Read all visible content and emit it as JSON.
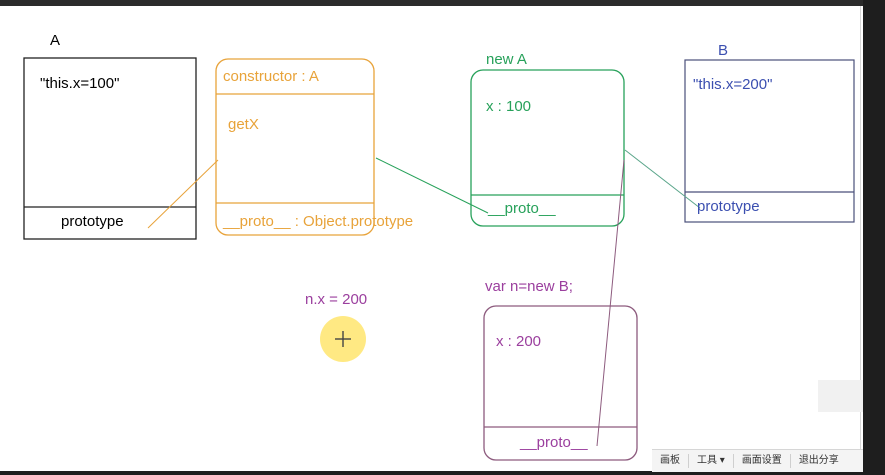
{
  "boxA": {
    "title": "A",
    "body": "\"this.x=100\"",
    "footer": "prototype"
  },
  "protoA": {
    "header": "constructor : A",
    "method": "getX",
    "footer": "__proto__ : Object.prototype"
  },
  "instanceA": {
    "title": "new A",
    "prop": "x : 100",
    "footer": "__proto__"
  },
  "boxB": {
    "title": "B",
    "body": "\"this.x=200\"",
    "footer": "prototype"
  },
  "instanceN": {
    "title": "var n=new B;",
    "prop": "x  : 200",
    "footer": "__proto__"
  },
  "assignment": "n.x = 200",
  "colors": {
    "black": "#000000",
    "orange": "#e8a33a",
    "green": "#27a15a",
    "blue": "#3b4fb0",
    "purple": "#9b3f9e"
  },
  "toolbar": {
    "items": [
      "画板",
      "工具 ▾",
      "画面设置",
      "退出分享"
    ]
  }
}
